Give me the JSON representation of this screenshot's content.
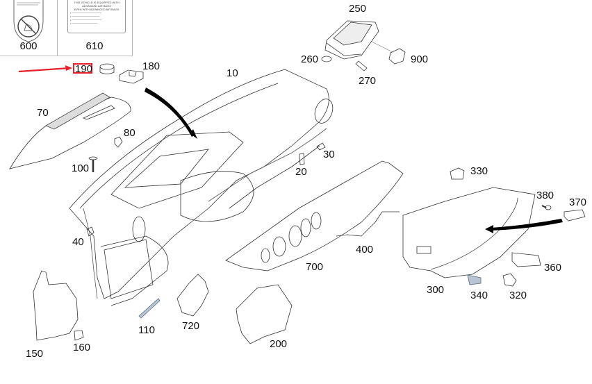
{
  "title": "Instrument panel / dashboard exploded parts diagram",
  "legend": [
    {
      "id": "600",
      "label": "600",
      "content": "AIRBAG child seat warning sticker"
    },
    {
      "id": "610",
      "label": "610",
      "heading": "THIS VEHICLE IS EQUIPPED WITH ADVANCED AIR BAGS",
      "subheading": "EVEN WITH ADVANCED AIR BAGS"
    }
  ],
  "callout": {
    "highlighted_part": "190",
    "color": "#e8202a"
  },
  "parts": [
    {
      "id": "10",
      "label": "10"
    },
    {
      "id": "20",
      "label": "20"
    },
    {
      "id": "30",
      "label": "30"
    },
    {
      "id": "40",
      "label": "40"
    },
    {
      "id": "70",
      "label": "70"
    },
    {
      "id": "80",
      "label": "80"
    },
    {
      "id": "100",
      "label": "100"
    },
    {
      "id": "110",
      "label": "110"
    },
    {
      "id": "150",
      "label": "150"
    },
    {
      "id": "160",
      "label": "160"
    },
    {
      "id": "180",
      "label": "180"
    },
    {
      "id": "190",
      "label": "190"
    },
    {
      "id": "200",
      "label": "200"
    },
    {
      "id": "250",
      "label": "250"
    },
    {
      "id": "260",
      "label": "260"
    },
    {
      "id": "270",
      "label": "270"
    },
    {
      "id": "300",
      "label": "300"
    },
    {
      "id": "320",
      "label": "320"
    },
    {
      "id": "330",
      "label": "330"
    },
    {
      "id": "340",
      "label": "340"
    },
    {
      "id": "360",
      "label": "360"
    },
    {
      "id": "370",
      "label": "370"
    },
    {
      "id": "380",
      "label": "380"
    },
    {
      "id": "400",
      "label": "400"
    },
    {
      "id": "700",
      "label": "700"
    },
    {
      "id": "720",
      "label": "720"
    },
    {
      "id": "900",
      "label": "900"
    }
  ]
}
